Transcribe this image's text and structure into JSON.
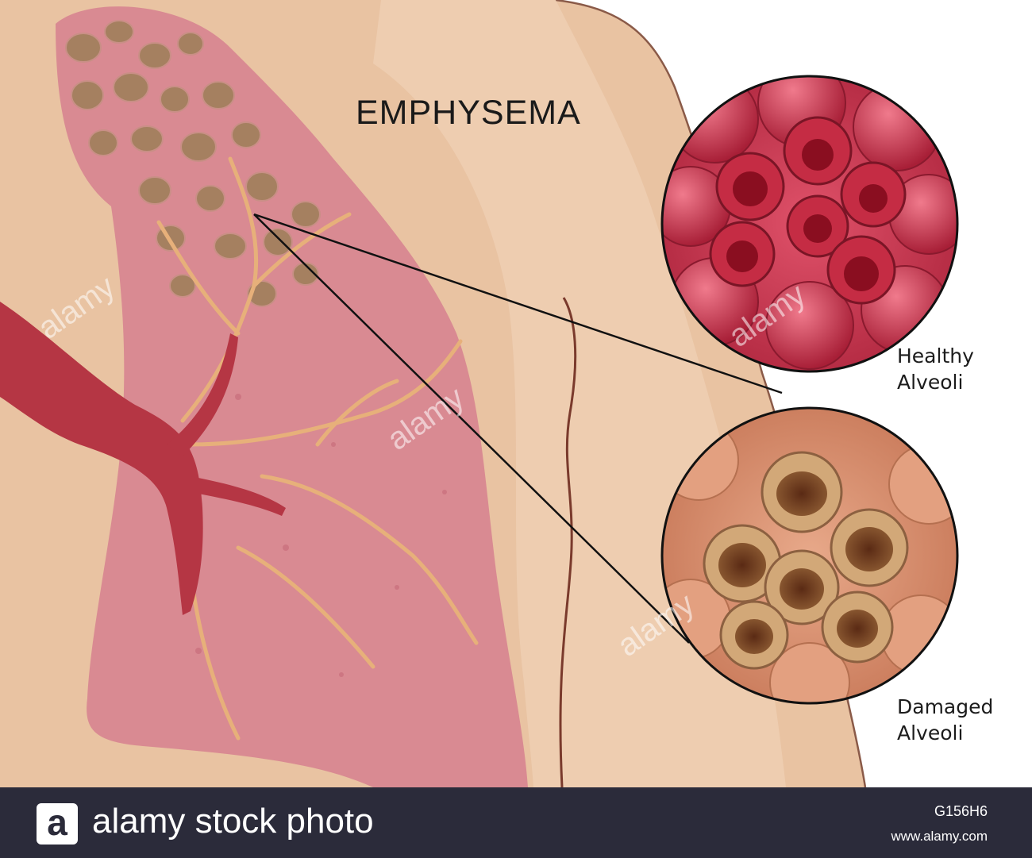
{
  "illustration": {
    "title": "EMPHYSEMA",
    "healthy_label_line1": "Healthy",
    "healthy_label_line2": "Alveoli",
    "damaged_label_line1": "Damaged",
    "damaged_label_line2": "Alveoli",
    "watermark_text": "alamy"
  },
  "footer": {
    "logo_letter": "a",
    "brand_text": "alamy stock photo",
    "image_code": "G156H6",
    "site": "www.alamy.com"
  },
  "colors": {
    "skin": "#ecc7a6",
    "lung": "#d98a92",
    "airway": "#b53644",
    "healthy_alveoli": "#d03a52",
    "damaged_alveoli": "#dc9a78",
    "footer_bar": "#2b2b3a"
  }
}
